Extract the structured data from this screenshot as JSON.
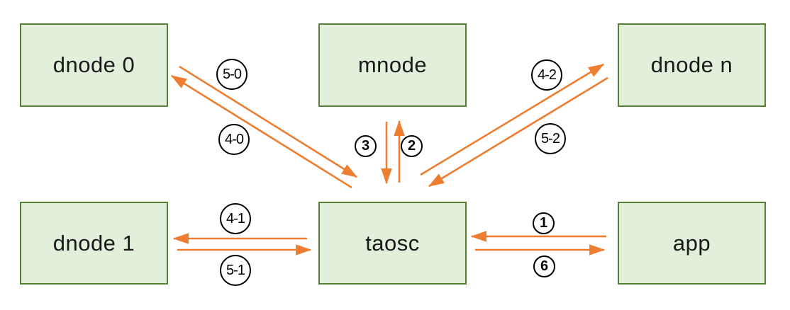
{
  "colors": {
    "node_fill": "#e2efda",
    "node_border": "#548235",
    "node_text": "#1a1a1a",
    "arrow": "#ed7d31",
    "edge_label_border": "#000000",
    "edge_label_text": "#000000"
  },
  "nodes": [
    {
      "id": "dnode-0",
      "label": "dnode 0"
    },
    {
      "id": "mnode",
      "label": "mnode"
    },
    {
      "id": "dnode-n",
      "label": "dnode n"
    },
    {
      "id": "dnode-1",
      "label": "dnode 1"
    },
    {
      "id": "taosc",
      "label": "taosc"
    },
    {
      "id": "app",
      "label": "app"
    }
  ],
  "edges": [
    {
      "label": "5-0",
      "from": "dnode 0",
      "to": "taosc"
    },
    {
      "label": "4-0",
      "from": "taosc",
      "to": "dnode 0"
    },
    {
      "label": "3",
      "from": "mnode",
      "to": "taosc"
    },
    {
      "label": "2",
      "from": "taosc",
      "to": "mnode"
    },
    {
      "label": "4-2",
      "from": "taosc",
      "to": "dnode n"
    },
    {
      "label": "5-2",
      "from": "dnode n",
      "to": "taosc"
    },
    {
      "label": "4-1",
      "from": "taosc",
      "to": "dnode 1"
    },
    {
      "label": "5-1",
      "from": "dnode 1",
      "to": "taosc"
    },
    {
      "label": "1",
      "from": "app",
      "to": "taosc"
    },
    {
      "label": "6",
      "from": "taosc",
      "to": "app"
    }
  ]
}
